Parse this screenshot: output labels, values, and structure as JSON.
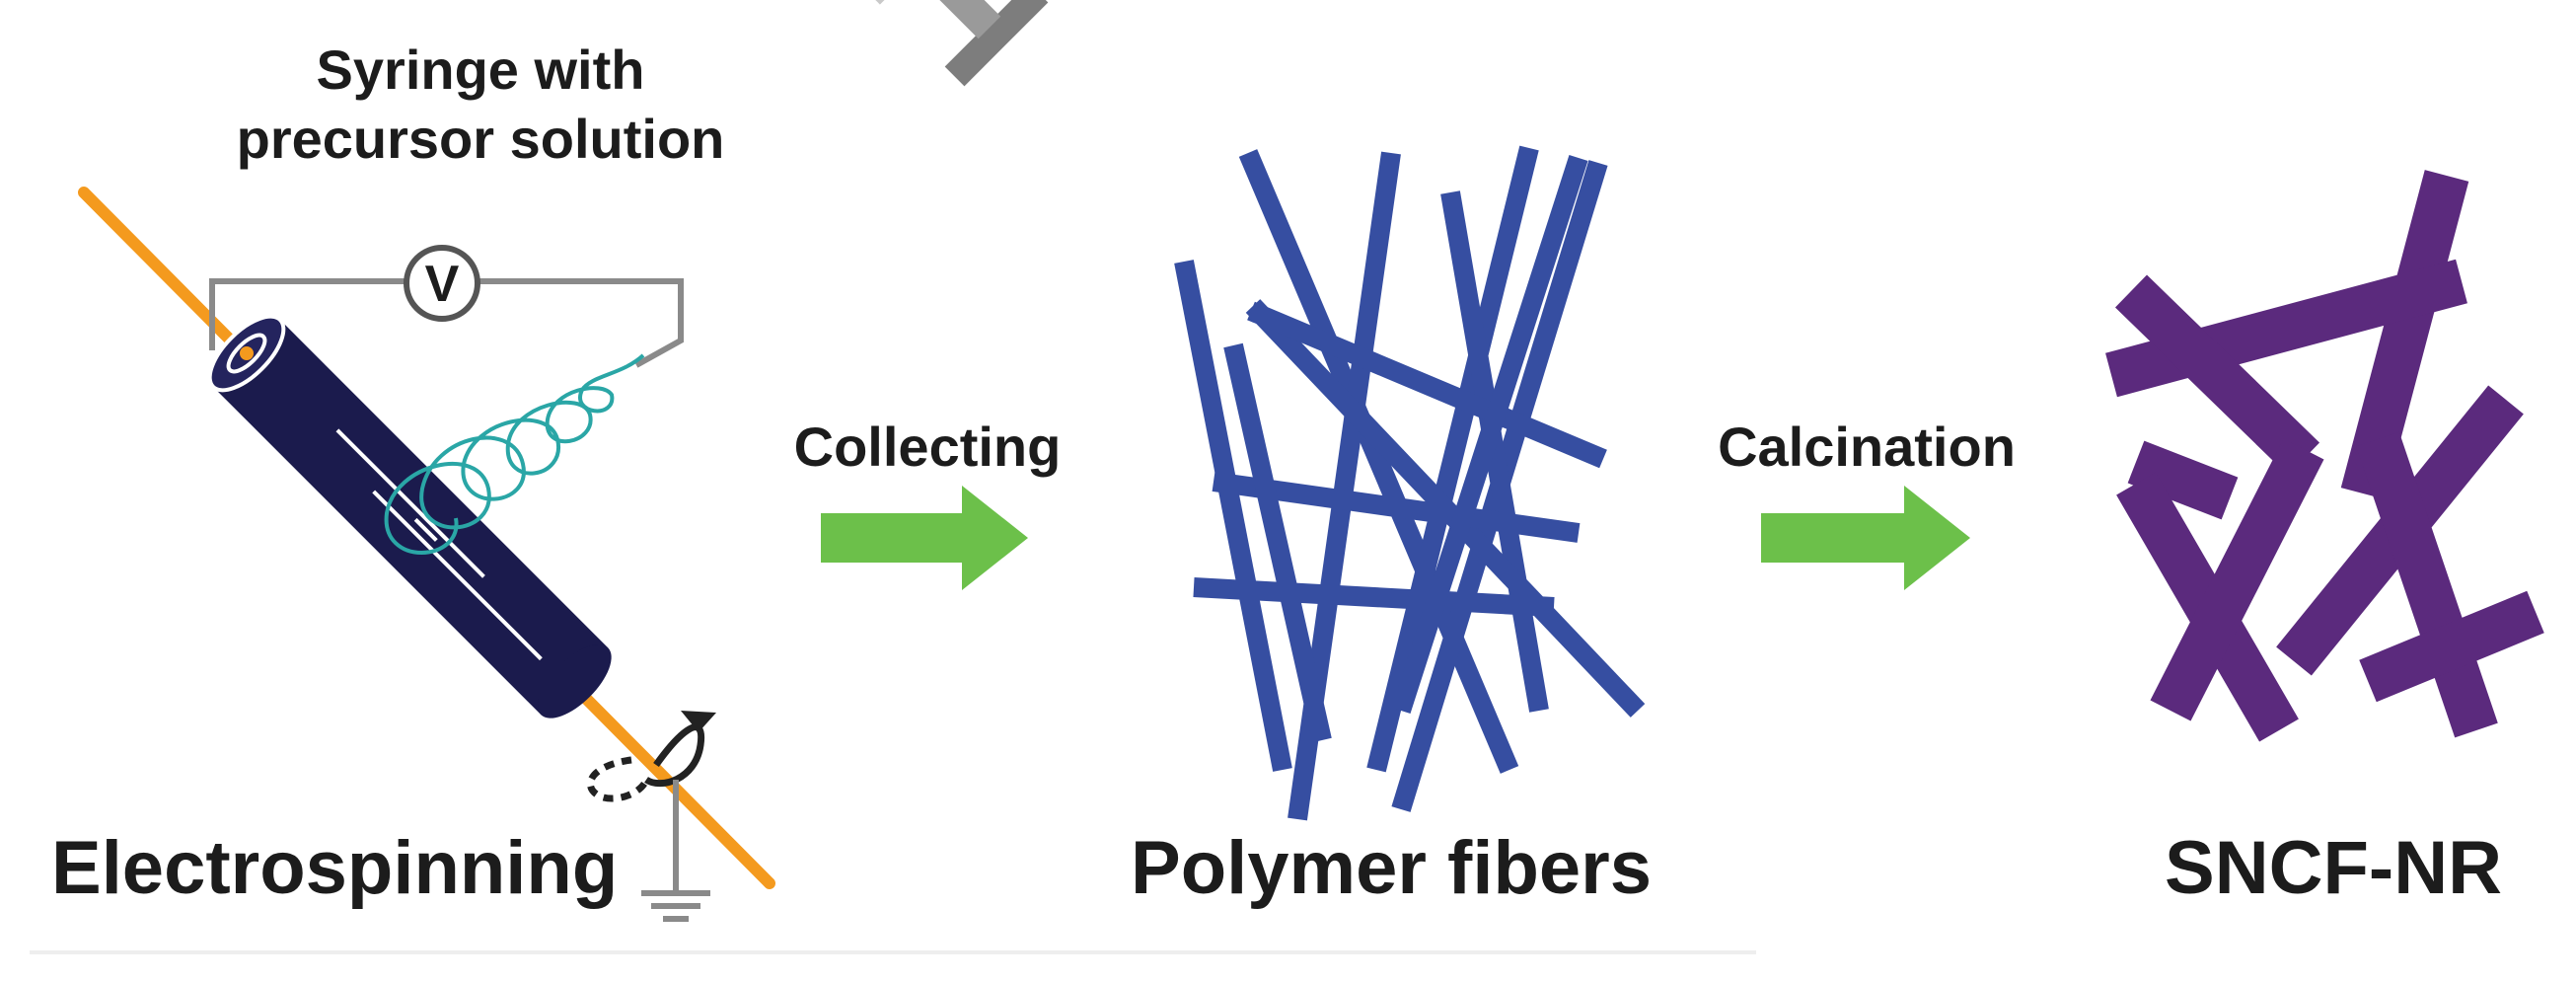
{
  "syringe_label": {
    "line1": "Syringe with",
    "line2": "precursor solution"
  },
  "voltmeter_symbol": "V",
  "arrow_labels": {
    "collecting": "Collecting",
    "calcination": "Calcination"
  },
  "stage_labels": {
    "electrospinning": "Electrospinning",
    "polymer_fibers": "Polymer fibers",
    "product": "SNCF-NR"
  },
  "colors": {
    "collector": "#1b1b4d",
    "syringe_barrel": "#14a99a",
    "jet": "#2aa6a6",
    "electrode_wire": "#f49a1e",
    "arrow": "#6cc04a",
    "polymer_fiber": "#25409a",
    "product_rod": "#5b2a7d"
  }
}
